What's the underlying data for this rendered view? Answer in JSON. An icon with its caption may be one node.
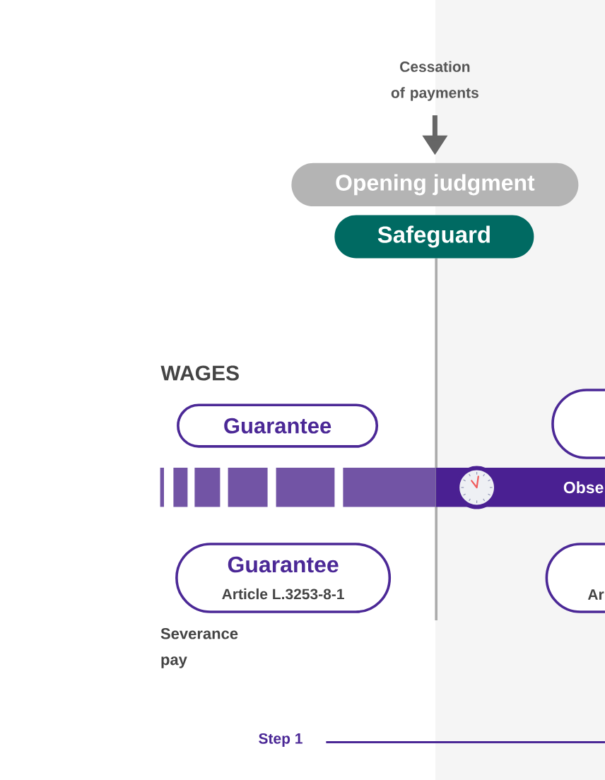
{
  "diagram": {
    "nodes": [
      {
        "text": [
          "Cessation of payments"
        ]
      },
      {
        "text": [
          "Opening judgment"
        ]
      },
      {
        "text": [
          "Safeguard"
        ]
      },
      {
        "text": [
          "Guarantee"
        ]
      },
      {
        "text": [],
        "shape": "box"
      },
      {
        "text": [
          "Obse"
        ]
      },
      {
        "text": [
          "Guarantee",
          "Article L.3253-8-1"
        ]
      },
      {
        "text": [
          "Ar"
        ]
      }
    ],
    "edges": [
      {
        "from": 0,
        "to": 1,
        "arrow": "to"
      }
    ],
    "labels": [
      "WAGES",
      "Severance pay",
      "Step 1"
    ]
  }
}
